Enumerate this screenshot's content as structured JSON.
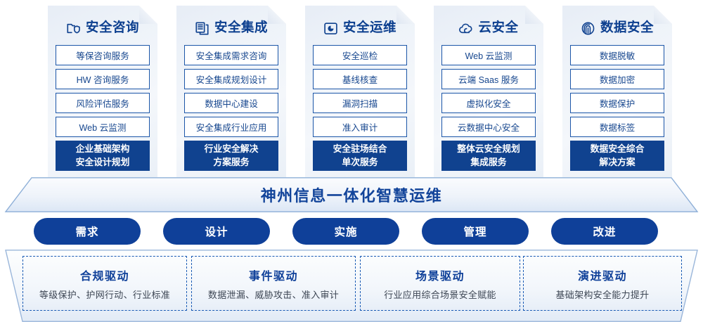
{
  "pillars": [
    {
      "title": "安全咨询",
      "icon": "folder-shield-icon",
      "items": [
        "等保咨询服务",
        "HW 咨询服务",
        "风险评估服务",
        "Web 云监测"
      ],
      "highlight_line1": "企业基础架构",
      "highlight_line2": "安全设计规划"
    },
    {
      "title": "安全集成",
      "icon": "documents-copy-icon",
      "items": [
        "安全集成需求咨询",
        "安全集成规划设计",
        "数据中心建设",
        "安全集成行业应用"
      ],
      "highlight_line1": "行业安全解决",
      "highlight_line2": "方案服务"
    },
    {
      "title": "安全运维",
      "icon": "pie-chart-box-icon",
      "items": [
        "安全巡检",
        "基线核查",
        "漏洞扫描",
        "准入审计"
      ],
      "highlight_line1": "安全驻场结合",
      "highlight_line2": "单次服务"
    },
    {
      "title": "云安全",
      "icon": "cloud-icon",
      "items": [
        "Web 云监测",
        "云端 Saas 服务",
        "虚拟化安全",
        "云数据中心安全"
      ],
      "highlight_line1": "整体云安全规划",
      "highlight_line2": "集成服务"
    },
    {
      "title": "数据安全",
      "icon": "fingerprint-icon",
      "items": [
        "数据脱敏",
        "数据加密",
        "数据保护",
        "数据标签"
      ],
      "highlight_line1": "数据安全综合",
      "highlight_line2": "解决方案"
    }
  ],
  "banner": {
    "title": "神州信息一体化智慧运维"
  },
  "phases": [
    "需求",
    "设计",
    "实施",
    "管理",
    "改进"
  ],
  "drivers": [
    {
      "title": "合规驱动",
      "subtitle": "等级保护、护网行动、行业标准"
    },
    {
      "title": "事件驱动",
      "subtitle": "数据泄漏、威胁攻击、准入审计"
    },
    {
      "title": "场景驱动",
      "subtitle": "行业应用综合场景安全赋能"
    },
    {
      "title": "演进驱动",
      "subtitle": "基础架构安全能力提升"
    }
  ],
  "colors": {
    "primary_blue": "#0f4099",
    "title_blue": "#12449a",
    "item_border": "#1c56a8",
    "item_text": "#17478f",
    "dashed_border": "#1a5bb4",
    "card_bg": "#eef3f9"
  }
}
